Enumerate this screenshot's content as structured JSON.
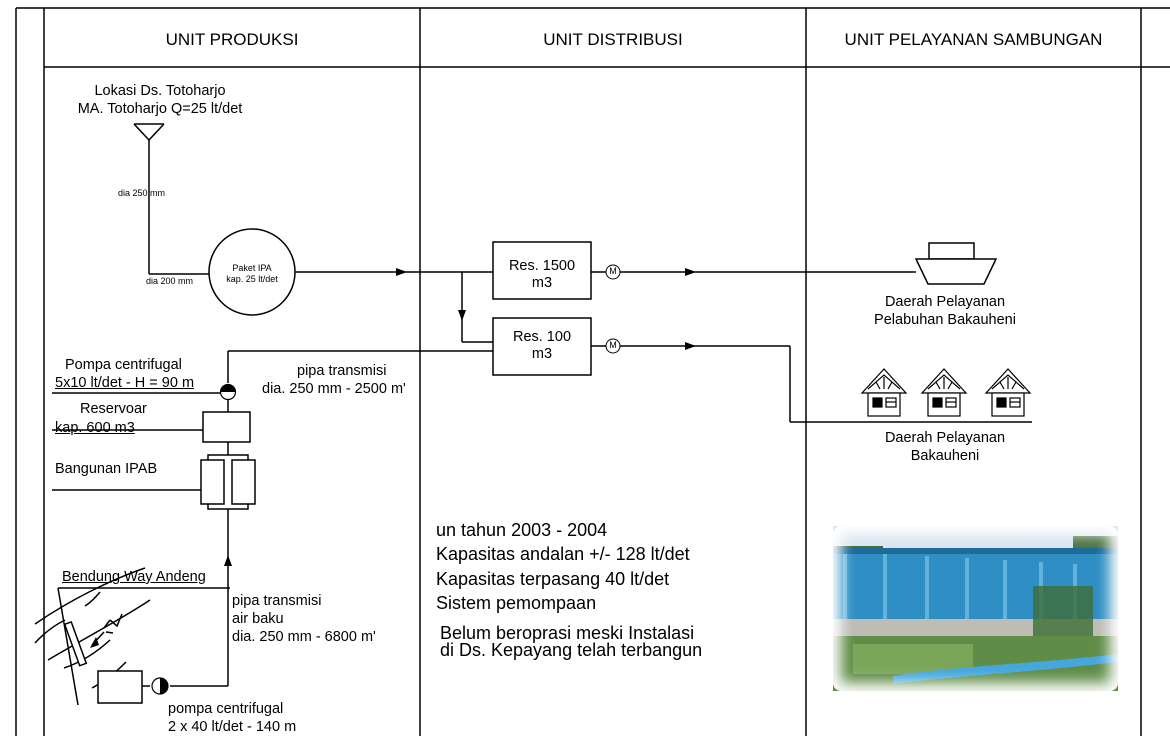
{
  "headers": {
    "produksi": "UNIT PRODUKSI",
    "distribusi": "UNIT DISTRIBUSI",
    "pelayanan": "UNIT PELAYANAN SAMBUNGAN"
  },
  "source": {
    "line1": "Lokasi Ds. Totoharjo",
    "line2": "MA. Totoharjo Q=25 lt/det",
    "pipe_upper": "dia 250 mm",
    "pipe_lower": "dia 200 mm"
  },
  "ipa": {
    "line1": "Paket IPA",
    "line2": "kap. 25 lt/det"
  },
  "reservoirs": [
    {
      "line1": "Res. 1500",
      "line2": "m3"
    },
    {
      "line1": "Res. 100",
      "line2": "m3"
    }
  ],
  "meter_symbol": "M",
  "service_areas": [
    {
      "line1": "Daerah Pelayanan",
      "line2": "Pelabuhan Bakauheni"
    },
    {
      "line1": "Daerah Pelayanan",
      "line2": "Bakauheni"
    }
  ],
  "pump_top": {
    "line1": "Pompa centrifugal",
    "line2": "5x10 lt/det - H = 90 m"
  },
  "transmission_top": {
    "line1": "pipa transmisi",
    "line2": "dia. 250 mm - 2500 m'"
  },
  "reservoar": {
    "line1": "Reservoar",
    "line2": "kap. 600 m3"
  },
  "ipab": "Bangunan IPAB",
  "bendung": "Bendung Way Andeng",
  "transmission_raw": {
    "line1": "pipa transmisi",
    "line2": "air baku",
    "line3": "dia. 250 mm - 6800 m'"
  },
  "pump_bottom": {
    "line1": "pompa centrifugal",
    "line2": "2 x 40 lt/det - 140 m"
  },
  "info_lines": [
    "un tahun 2003 - 2004",
    "Kapasitas andalan +/- 128 lt/det",
    "Kapasitas terpasang 40 lt/det",
    "Sistem pemompaan",
    "Belum beroprasi meski Instalasi",
    "di Ds. Kepayang telah terbangun"
  ]
}
